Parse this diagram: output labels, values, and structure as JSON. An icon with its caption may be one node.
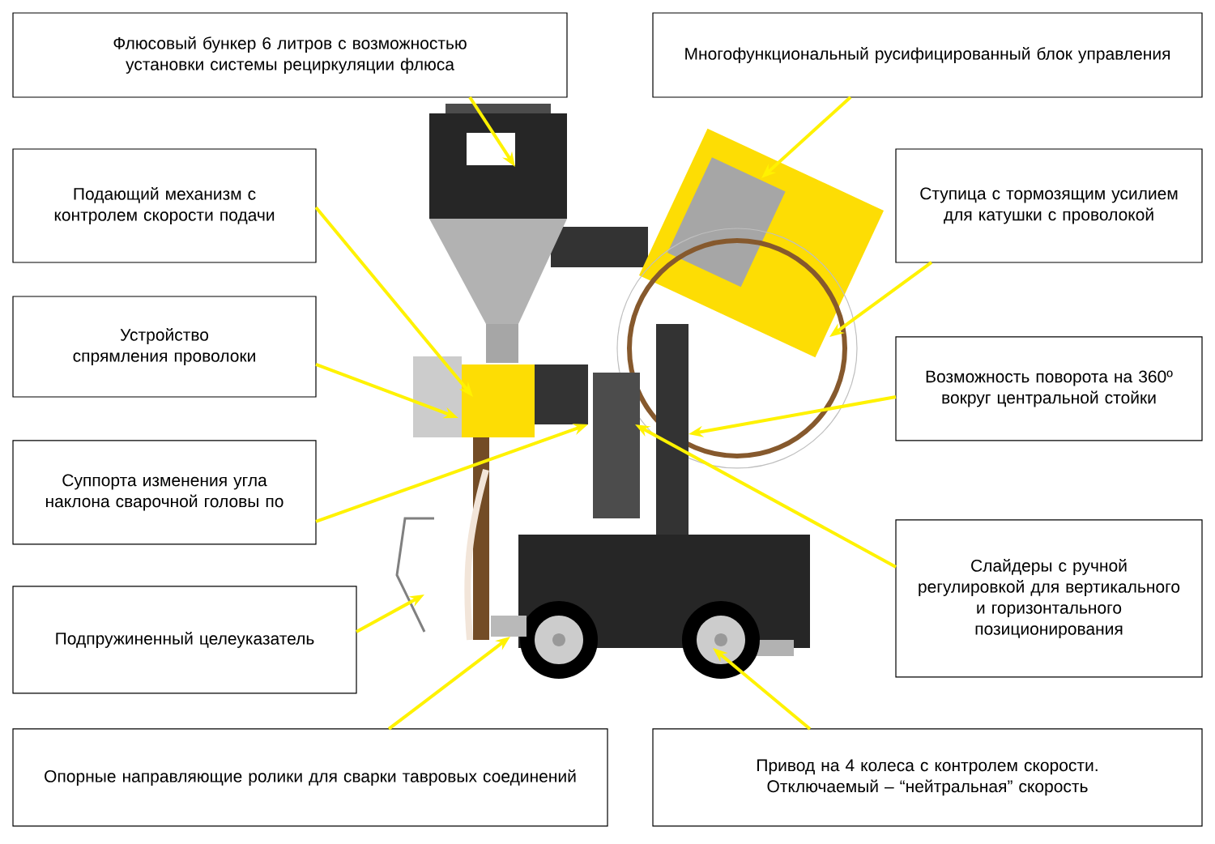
{
  "diagram": {
    "nodes": [
      {
        "text": [
          "Флюсовый бункер 6 литров с возможностью установки системы рециркуляции флюса"
        ]
      },
      {
        "text": [
          "Многофункциональный русифицированный блок управления"
        ]
      },
      {
        "text": [
          "Подающий механизм с контролем скорости подачи"
        ]
      },
      {
        "text": [
          "Ступица с тормозящим усилием для катушки с проволокой"
        ]
      },
      {
        "text": [
          "Устройство спрямления проволоки"
        ]
      },
      {
        "text": [
          "Возможность поворота на 360º вокруг центральной стойки"
        ]
      },
      {
        "text": [
          "Суппорта изменения угла наклона сварочной головы по"
        ]
      },
      {
        "text": [
          "Слайдеры с ручной регулировкой для вертикального и горизонтального позиционирования"
        ]
      },
      {
        "text": [
          "Подпружиненный целеуказатель"
        ]
      },
      {
        "text": [
          "Опорные направляющие ролики для сварки тавровых соединений"
        ]
      },
      {
        "text": [
          "Привод на 4 колеса с контролем скорости. Отключаемый – “нейтральная” скорость"
        ]
      },
      {
        "text": [],
        "shape": "picture"
      },
      {
        "text": [],
        "shape": "picture"
      },
      {
        "text": [],
        "shape": "picture"
      },
      {
        "text": [],
        "shape": "circle"
      },
      {
        "text": [],
        "shape": "picture"
      },
      {
        "text": [],
        "shape": "box"
      },
      {
        "text": [],
        "shape": "box"
      },
      {
        "text": [],
        "shape": "box"
      },
      {
        "text": [],
        "shape": "picture"
      },
      {
        "text": [],
        "shape": "box"
      },
      {
        "text": [],
        "shape": "circle"
      }
    ],
    "edges": [
      {
        "from": 0,
        "to": 11,
        "arrow": "to"
      },
      {
        "from": 1,
        "to": 12,
        "arrow": "to"
      },
      {
        "from": 2,
        "to": 13,
        "arrow": "to"
      },
      {
        "from": 3,
        "to": 14,
        "arrow": "to"
      },
      {
        "from": 4,
        "to": 15,
        "arrow": "to"
      },
      {
        "from": 5,
        "to": 16,
        "arrow": "to"
      },
      {
        "from": 6,
        "to": 17,
        "arrow": "to"
      },
      {
        "from": 7,
        "to": 18,
        "arrow": "to"
      },
      {
        "from": 8,
        "to": 19,
        "arrow": "to"
      },
      {
        "from": 9,
        "to": 20,
        "arrow": "to"
      },
      {
        "from": 10,
        "to": 21,
        "arrow": "to"
      }
    ]
  }
}
